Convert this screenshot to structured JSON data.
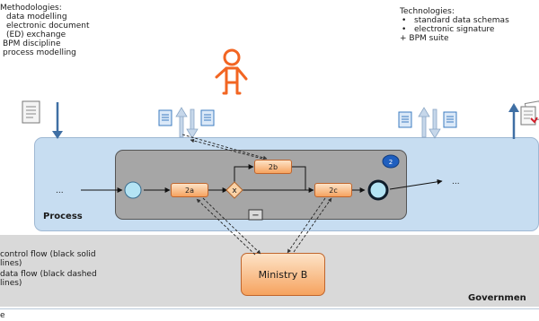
{
  "methodologies": {
    "title": "Methodologies:",
    "items": [
      "data modelling",
      "electronic document",
      "(ED) exchange",
      "BPM discipline",
      "process modelling"
    ]
  },
  "technologies": {
    "title": "Technologies:",
    "items": [
      "standard data schemas",
      "electronic signature"
    ],
    "extra": "+ BPM suite"
  },
  "process": {
    "lane_label": "Process",
    "ellipsis_left": "...",
    "ellipsis_right": "...",
    "badge": "2",
    "collapse_marker": "−"
  },
  "tasks": {
    "a": "2a",
    "b": "2b",
    "c": "2c"
  },
  "gateway": {
    "symbol": "x"
  },
  "ministry": {
    "label": "Ministry B"
  },
  "legend": {
    "control_flow": "control flow (black solid\nlines)",
    "data_flow": "data flow (black dashed\nlines)"
  },
  "government_label": "Governmen",
  "footer_fragment": "e",
  "colors": {
    "process_lane": "#c7ddf1",
    "subprocess": "#a6a6a6",
    "task_fill": "#f6a35f",
    "person": "#f26522",
    "start_event": "#b4e4f4",
    "badge": "#1f5fbf"
  },
  "icons": [
    "person-icon",
    "document-icon",
    "signed-document-icon",
    "arrow-up-icon",
    "arrow-down-icon"
  ]
}
